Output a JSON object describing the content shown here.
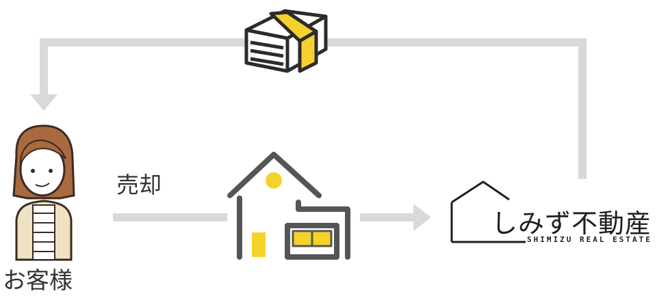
{
  "labels": {
    "sale": "売却",
    "customer": "お客様"
  },
  "brand": {
    "name": "しみず不動産",
    "sub": "SHIMIZU REAL ESTATE"
  },
  "icons": [
    "money-bundle-icon",
    "customer-avatar-icon",
    "house-icon",
    "brand-logo-icon"
  ],
  "colors": {
    "arrow": "#d9d9d9",
    "outline": "#3a3a3a",
    "accent": "#f5d22b",
    "text": "#333333"
  }
}
